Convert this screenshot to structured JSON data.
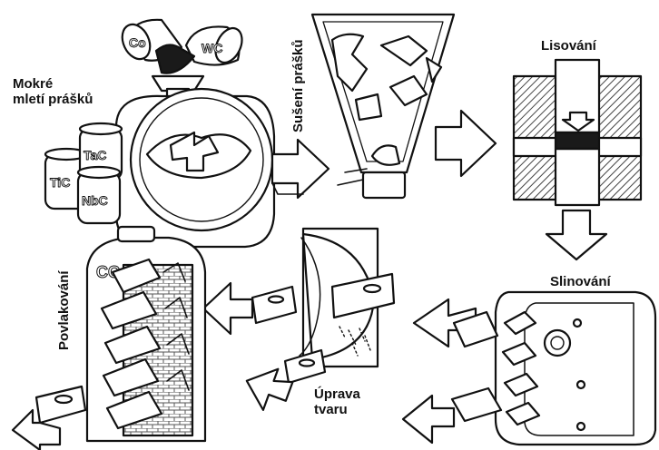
{
  "steps": {
    "milling_line1": "Mokré",
    "milling_line2": "mletí prášků",
    "drying": "Sušení prášků",
    "pressing": "Lisování",
    "sintering": "Slinování",
    "shaping_line1": "Úprava",
    "shaping_line2": "tvaru",
    "coating": "Povlakování"
  },
  "container_labels": {
    "co": "Co",
    "wc": "WC",
    "tic": "TiC",
    "tac": "TaC",
    "nbc": "NbC",
    "coating_tank": "CC"
  },
  "colors": {
    "ink": "#111111",
    "paper": "#ffffff",
    "dark_fill": "#1a1a1a",
    "hatch": "#555555"
  }
}
